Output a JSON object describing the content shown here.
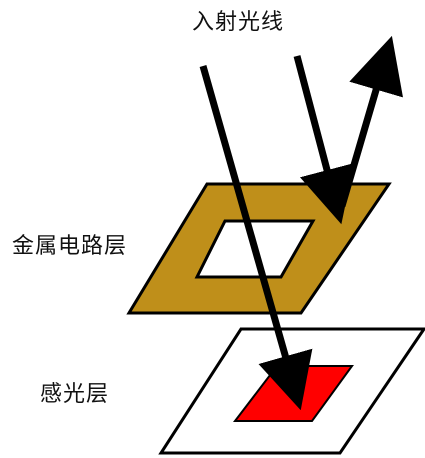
{
  "labels": {
    "incident_light": "入射光线",
    "metal_circuit_layer": "金属电路层",
    "photosensitive_layer": "感光层"
  },
  "colors": {
    "metal_layer": "#bf8f1a",
    "photosensitive_area": "#ff0000",
    "outline": "#000000",
    "background": "#ffffff"
  }
}
